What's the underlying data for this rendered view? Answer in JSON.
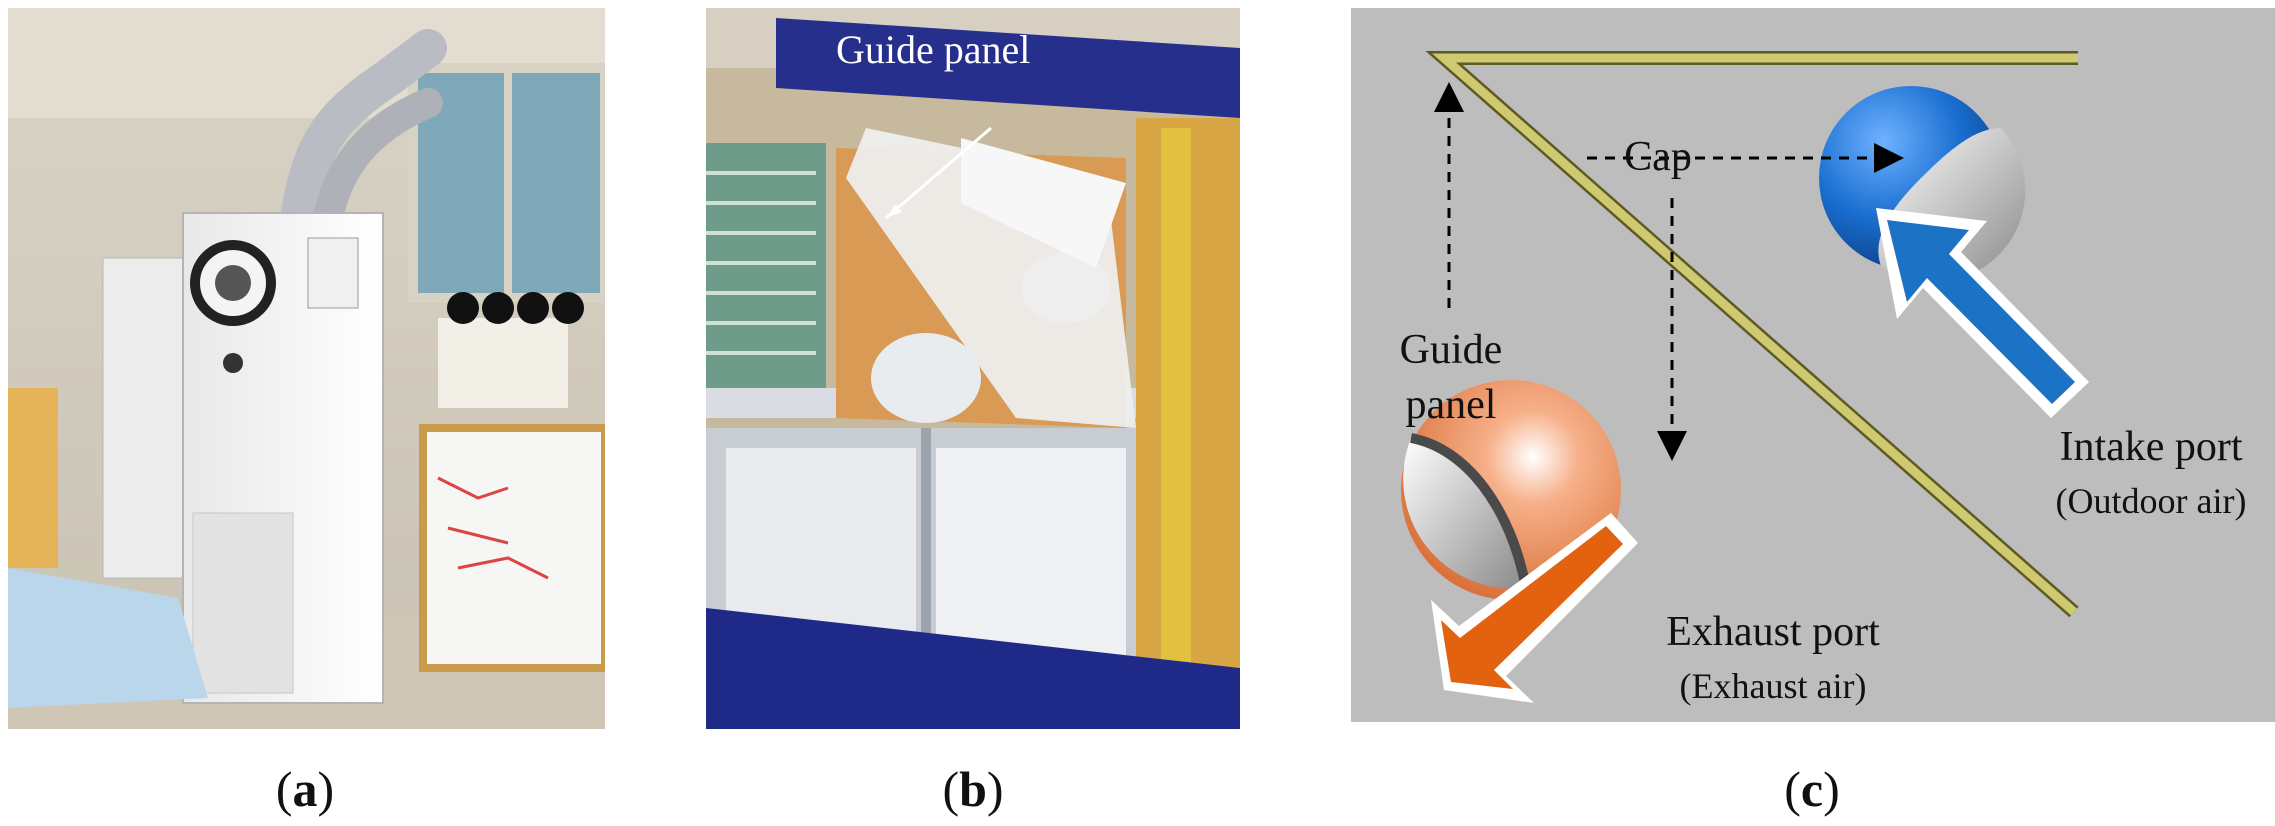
{
  "panel_b": {
    "label": "Guide panel"
  },
  "panel_c": {
    "cap_label": "Cap",
    "guide_label_line1": "Guide",
    "guide_label_line2": "panel",
    "intake_label": "Intake port",
    "intake_sub": "(Outdoor air)",
    "exhaust_label": "Exhaust port",
    "exhaust_sub": "(Exhaust air)",
    "colors": {
      "background": "#bdbdbd",
      "guide_panel": "#c8c46a",
      "intake": "#1a6fd1",
      "exhaust": "#e0601a"
    }
  },
  "captions": {
    "a": "a",
    "b": "b",
    "c": "c"
  }
}
